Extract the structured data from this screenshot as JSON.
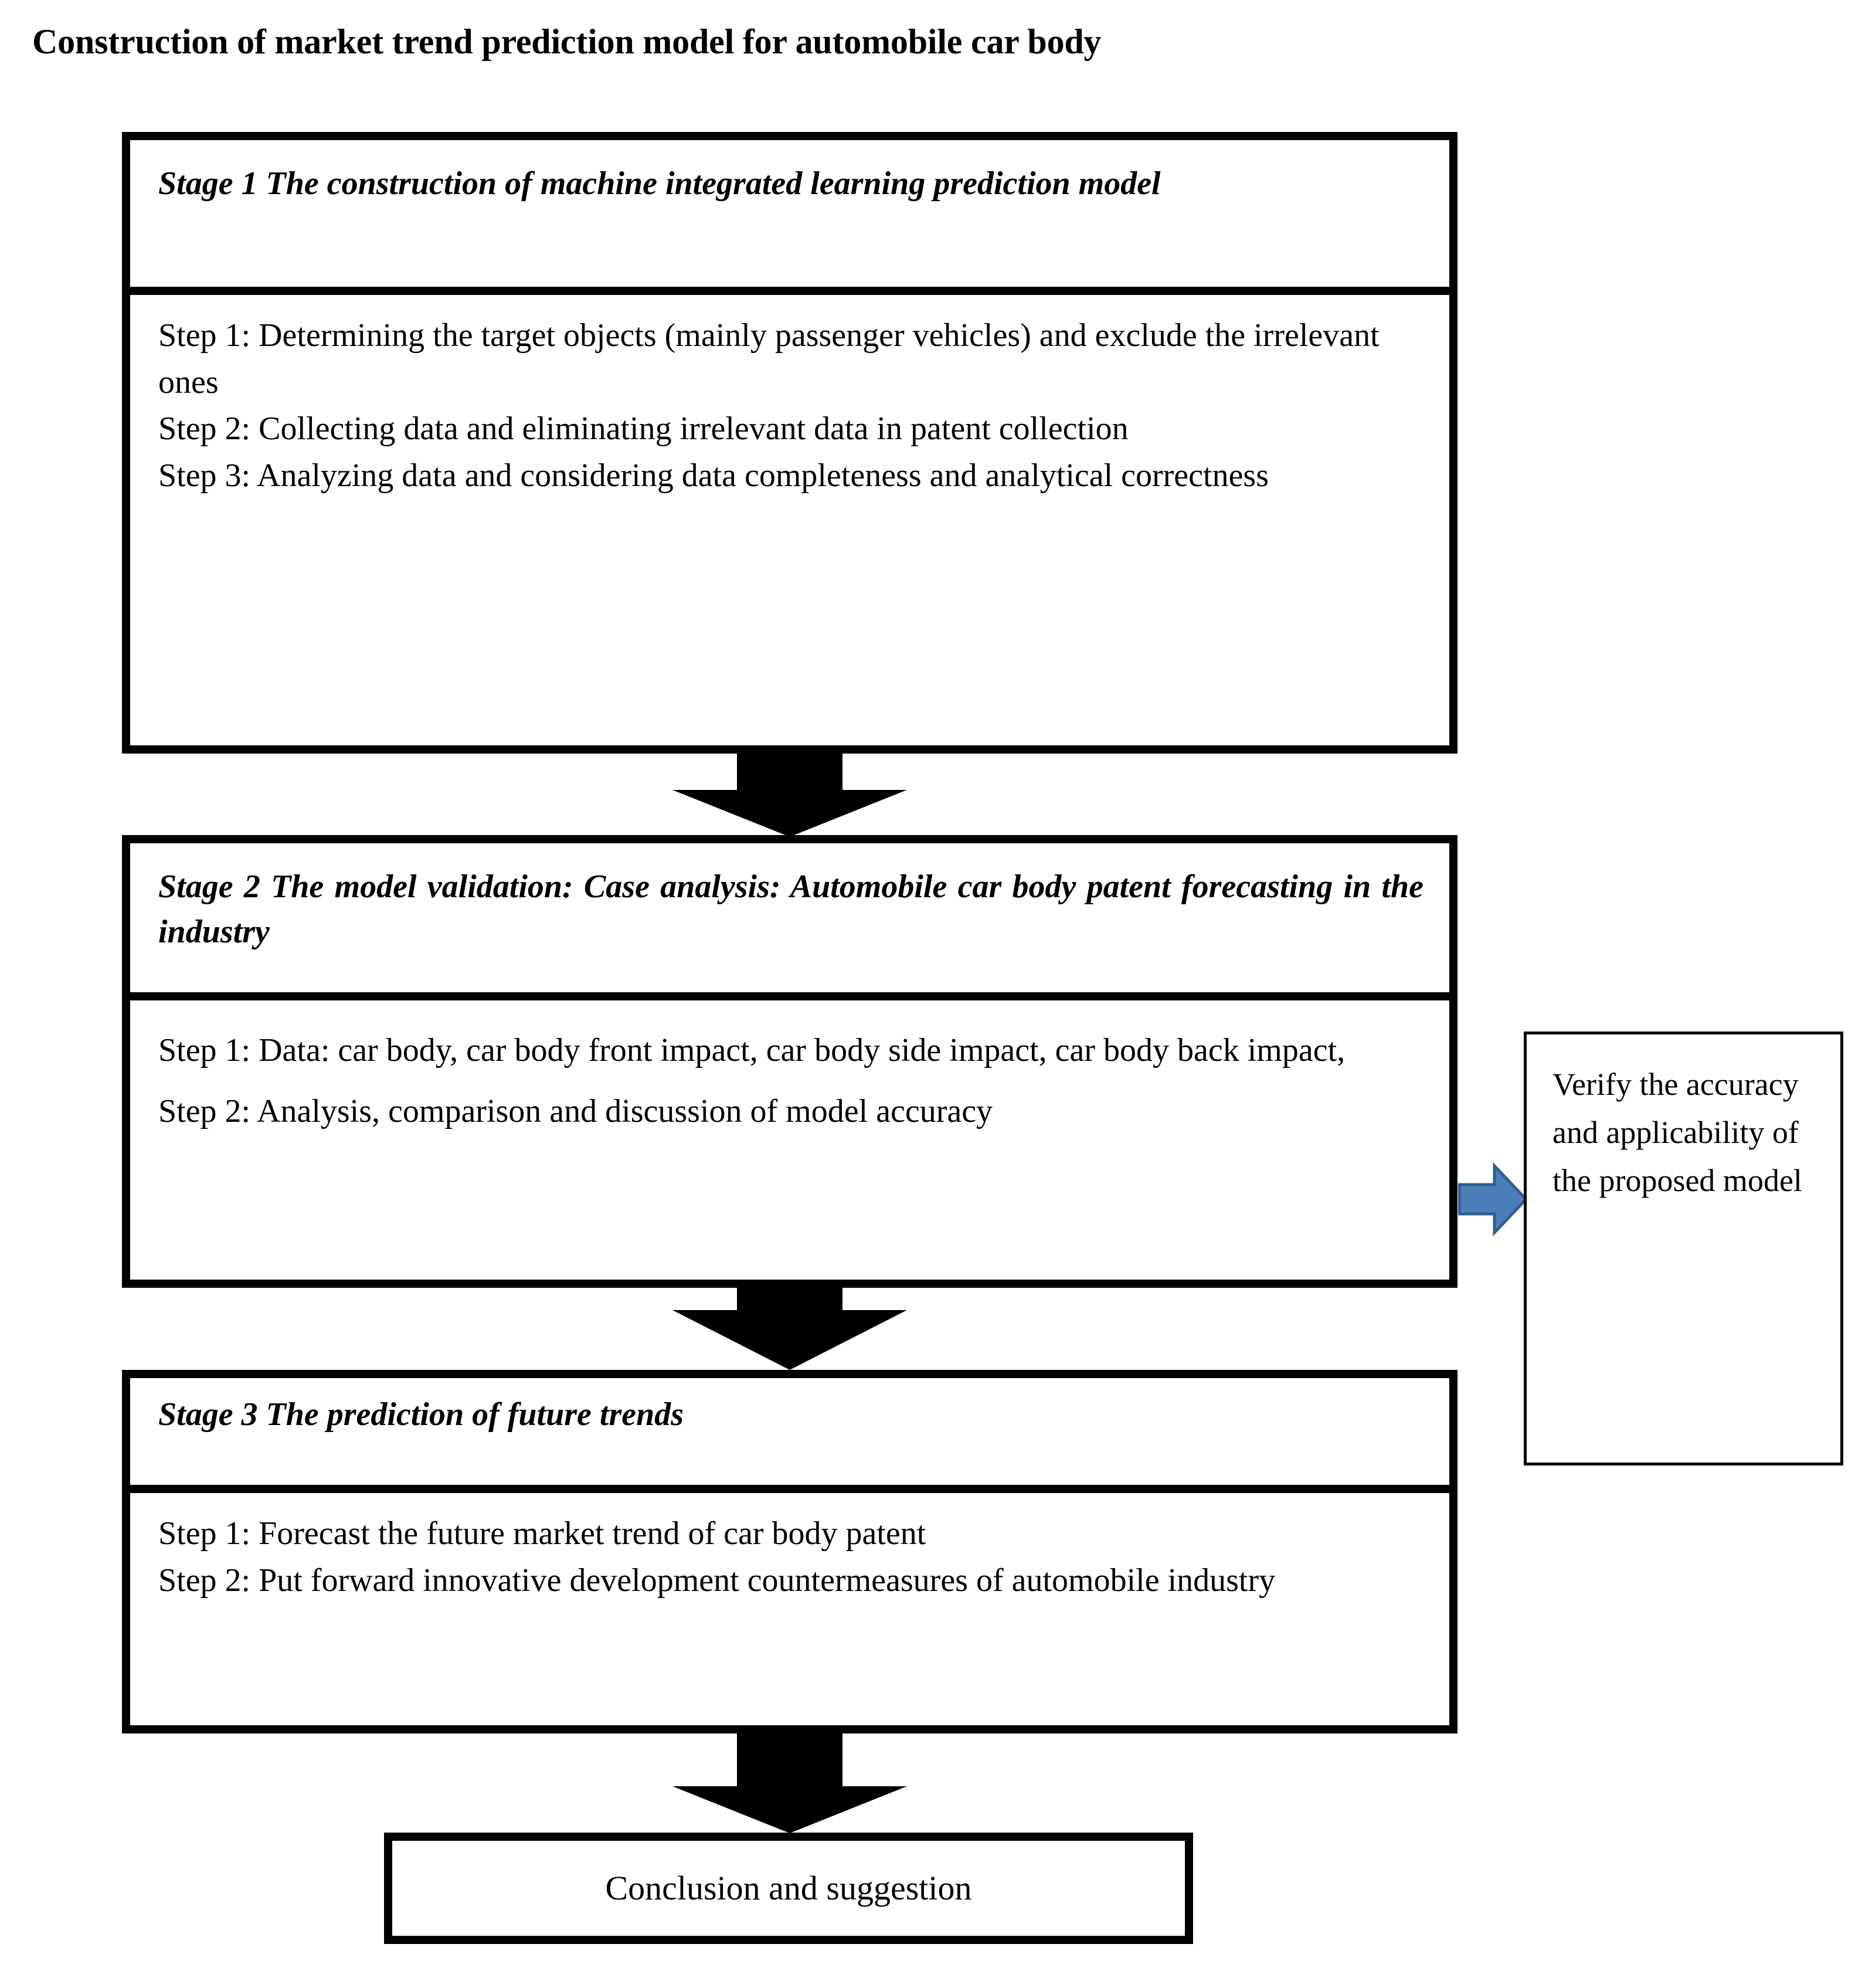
{
  "figure": {
    "title": "Construction of market trend prediction model for automobile car body"
  },
  "stages": [
    {
      "id": "stage-1",
      "header": "Stage 1 The construction of machine integrated learning prediction model",
      "steps": [
        "Step 1: Determining the target objects (mainly passenger vehicles) and exclude the irrelevant ones",
        "Step 2: Collecting data and eliminating irrelevant data in patent collection",
        "Step 3: Analyzing data and considering data completeness and analytical correctness"
      ]
    },
    {
      "id": "stage-2",
      "header": "Stage 2 The model validation: Case analysis: Automobile car body patent forecasting in the industry",
      "steps": [
        "Step 1: Data: car body, car body front impact, car body side impact, car body back impact,",
        " Step 2: Analysis, comparison and discussion of model accuracy"
      ]
    },
    {
      "id": "stage-3",
      "header": "Stage 3 The prediction of future trends",
      "steps": [
        "Step 1: Forecast the future market trend of car body patent",
        "Step 2: Put forward innovative development countermeasures of automobile industry"
      ]
    }
  ],
  "side_note": {
    "text": "Verify the accuracy and applicability of the proposed model"
  },
  "conclusion": {
    "label": "Conclusion and suggestion"
  },
  "connectors": {
    "down_arrow_1": "down-arrow",
    "down_arrow_2": "down-arrow",
    "down_arrow_3": "down-arrow",
    "side_arrow": "right-arrow"
  },
  "colors": {
    "arrow_black": "#000000",
    "arrow_blue_fill": "#4a7ebb",
    "arrow_blue_stroke": "#345d8a",
    "border": "#000000",
    "background": "#ffffff",
    "text": "#000000"
  }
}
